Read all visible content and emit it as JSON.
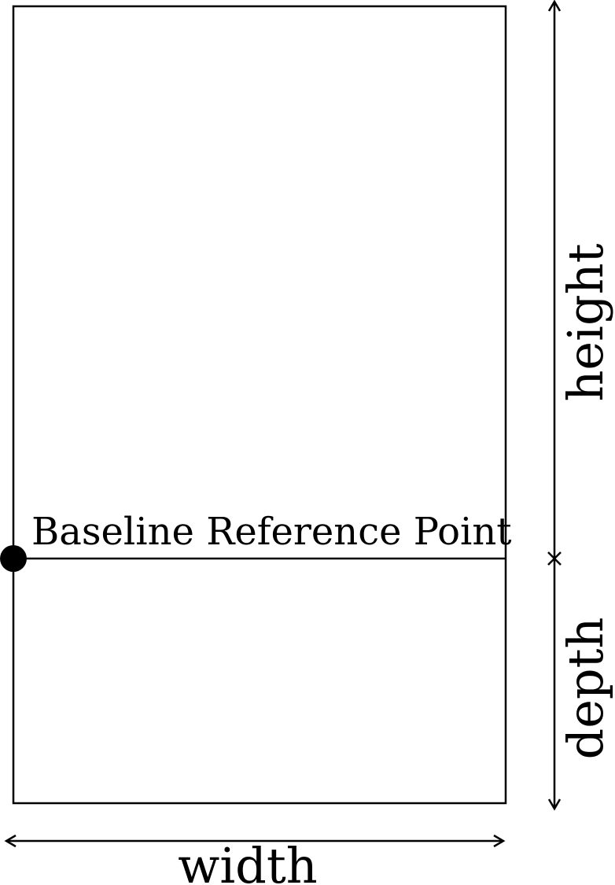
{
  "diagram": {
    "baseline_label": "Baseline Reference Point",
    "dimensions": {
      "width_label": "width",
      "height_label": "height",
      "depth_label": "depth"
    },
    "colors": {
      "stroke": "#000000",
      "background": "#ffffff"
    }
  }
}
